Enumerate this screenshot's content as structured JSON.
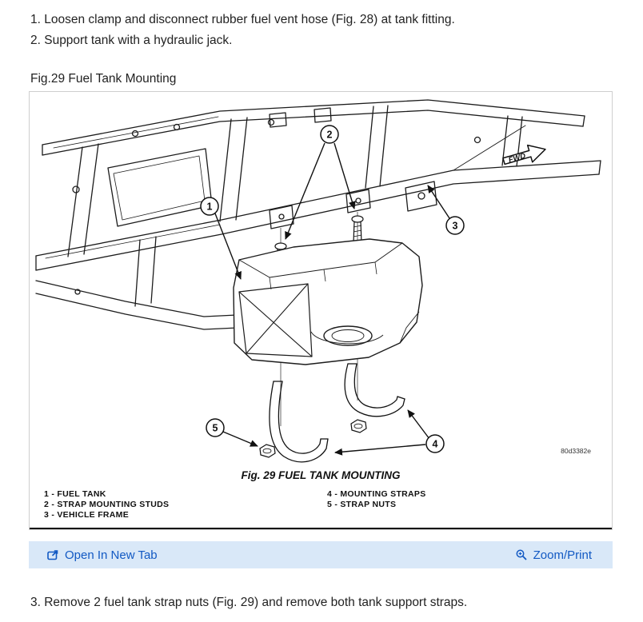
{
  "steps_before_figure": [
    {
      "text": "1. Loosen clamp and disconnect rubber fuel vent hose (Fig. 28) at tank fitting."
    },
    {
      "text": "2. Support tank with a hydraulic jack."
    }
  ],
  "steps_after_figure": [
    {
      "text": "3. Remove 2 fuel tank strap nuts (Fig. 29) and remove both tank support straps."
    }
  ],
  "figure": {
    "title": "Fig.29 Fuel Tank Mounting",
    "caption": "Fig. 29 FUEL TANK MOUNTING",
    "drawing_code": "80d3382e",
    "fwd_label": "FWD",
    "callouts": [
      "1",
      "2",
      "3",
      "4",
      "5"
    ],
    "legend_left": [
      "1 - FUEL TANK",
      "2 - STRAP MOUNTING STUDS",
      "3 - VEHICLE FRAME"
    ],
    "legend_right": [
      "4 - MOUNTING STRAPS",
      "5 - STRAP NUTS"
    ]
  },
  "toolbar": {
    "open_in_new_tab_label": "Open In New Tab",
    "zoom_print_label": "Zoom/Print"
  },
  "colors": {
    "link": "#1259c3",
    "toolbar_bg": "#d9e8f8",
    "ink": "#1a1a1a"
  }
}
